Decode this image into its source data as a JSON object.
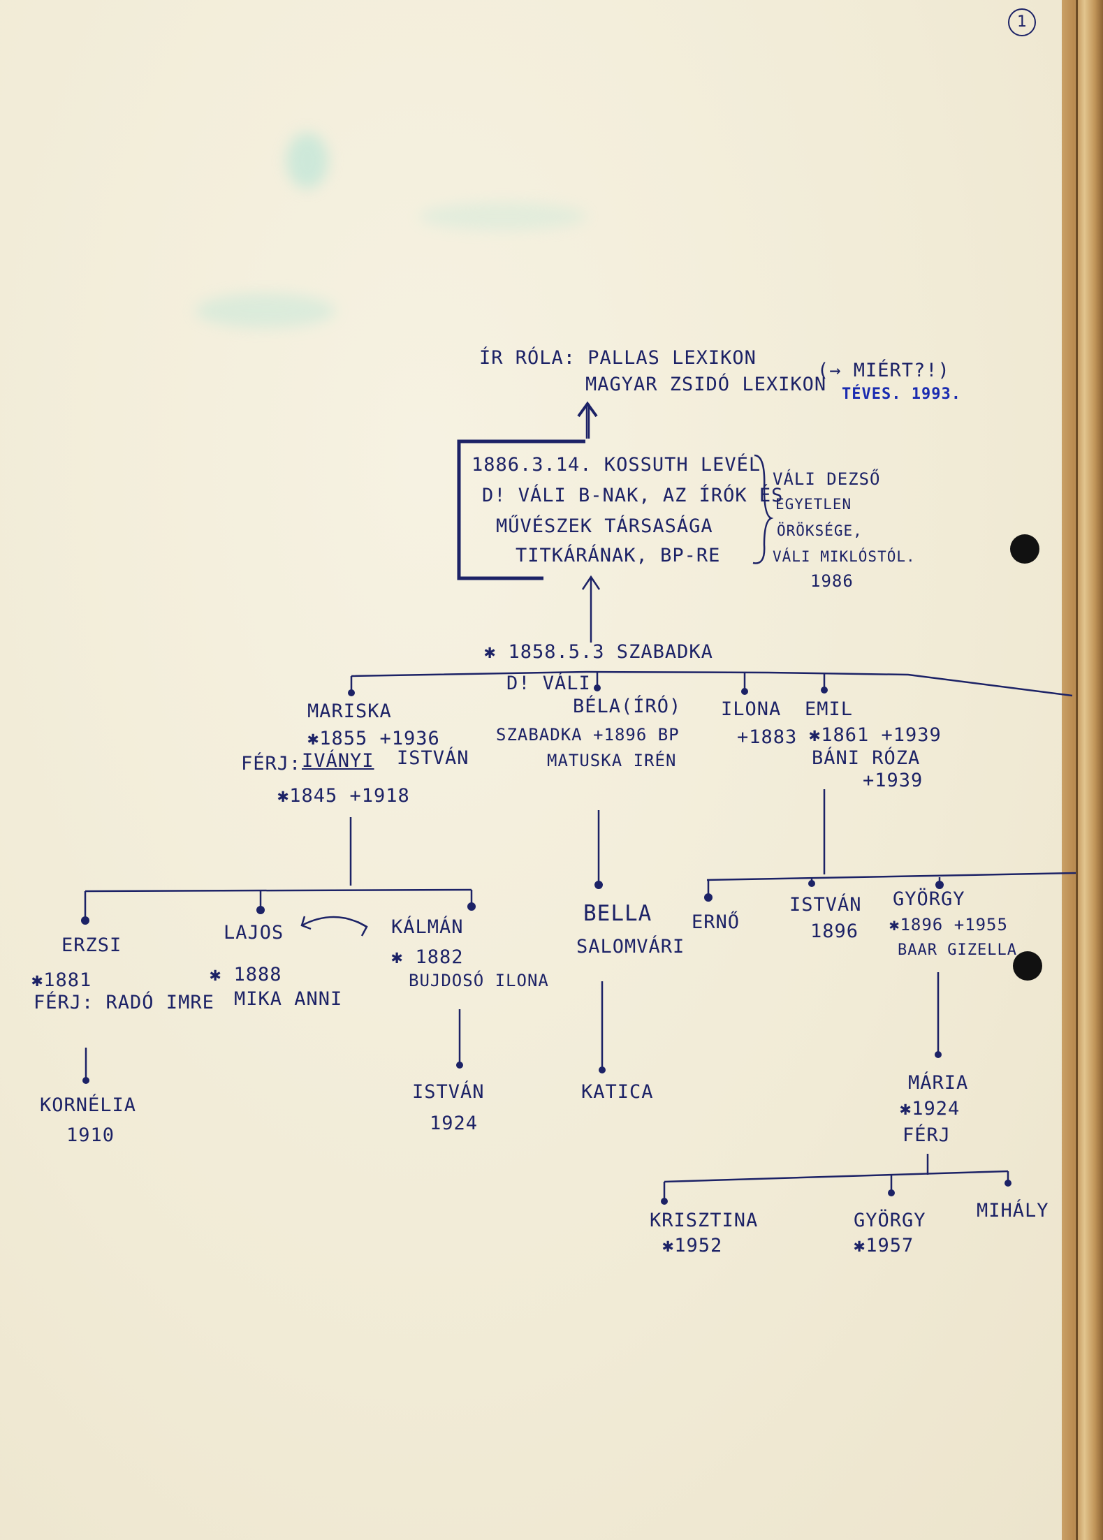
{
  "page_number": "1",
  "sources": {
    "line1": "ÍR RÓLA: PALLAS LEXIKON",
    "line2": "MAGYAR ZSIDÓ LEXIKON",
    "aside": "(→ MIÉRT?!)",
    "note": "TÉVES. 1993."
  },
  "letter": {
    "line1": "1886.3.14. KOSSUTH LEVÉL",
    "line2": "D! VÁLI B-NAK, AZ ÍRÓK ÉS",
    "line3": "MŰVÉSZEK TÁRSASÁGA",
    "line4": "TITKÁRÁNAK, BP-RE",
    "side1": "VÁLI DEZSŐ",
    "side2": "EGYETLEN",
    "side3": "ÖRÖKSÉGE,",
    "side4": "VÁLI MIKLÓSTÓL.",
    "side5": "1986"
  },
  "bela_birth": "✱ 1858.5.3 SZABADKA",
  "gen1": {
    "mariska": {
      "name": "MARISKA",
      "dates": "✱1855 +1936",
      "spouse_label": "FÉRJ:",
      "spouse_name": "IVÁNYI",
      "spouse_first": "ISTVÁN",
      "spouse_dates": "✱1845 +1918"
    },
    "bela": {
      "title": "D! VÁLI",
      "name": "BÉLA(ÍRÓ)",
      "death": "SZABADKA +1896 BP",
      "spouse": "MATUSKA IRÉN"
    },
    "ilona": {
      "name": "ILONA",
      "death": "+1883"
    },
    "emil": {
      "name": "EMIL",
      "dates": "✱1861 +1939",
      "spouse": "BÁNI RÓZA",
      "spouse_death": "+1939"
    }
  },
  "gen2": {
    "erzsi": {
      "name": "ERZSI",
      "birth": "✱1881",
      "spouse": "FÉRJ: RADÓ IMRE"
    },
    "lajos": {
      "name": "LAJOS",
      "birth": "✱ 1888",
      "spouse": "MIKA ANNI"
    },
    "kalman": {
      "name": "KÁLMÁN",
      "birth": "✱ 1882",
      "spouse": "BUJDOSÓ ILONA"
    },
    "bella": {
      "name": "BELLA",
      "spouse": "SALOMVÁRI"
    },
    "erno": {
      "name": "ERNŐ"
    },
    "istvan": {
      "name": "ISTVÁN",
      "birth": "1896"
    },
    "gyorgy": {
      "name": "GYÖRGY",
      "dates": "✱1896 +1955",
      "spouse": "BAAR GIZELLA"
    }
  },
  "gen3": {
    "kornelia": {
      "name": "KORNÉLIA",
      "birth": "1910"
    },
    "istvan": {
      "name": "ISTVÁN",
      "birth": "1924"
    },
    "katica": {
      "name": "KATICA"
    },
    "maria": {
      "name": "MÁRIA",
      "birth": "✱1924",
      "spouse": "FÉRJ"
    }
  },
  "gen4": {
    "krisztina": {
      "name": "KRISZTINA",
      "birth": "✱1952"
    },
    "gyorgy": {
      "name": "GYÖRGY",
      "birth": "✱1957"
    },
    "mihaly": {
      "name": "MIHÁLY"
    }
  },
  "colors": {
    "ink": "#1c2266",
    "blue_ink": "#1a2bb0",
    "paper": "#f3eedb"
  }
}
